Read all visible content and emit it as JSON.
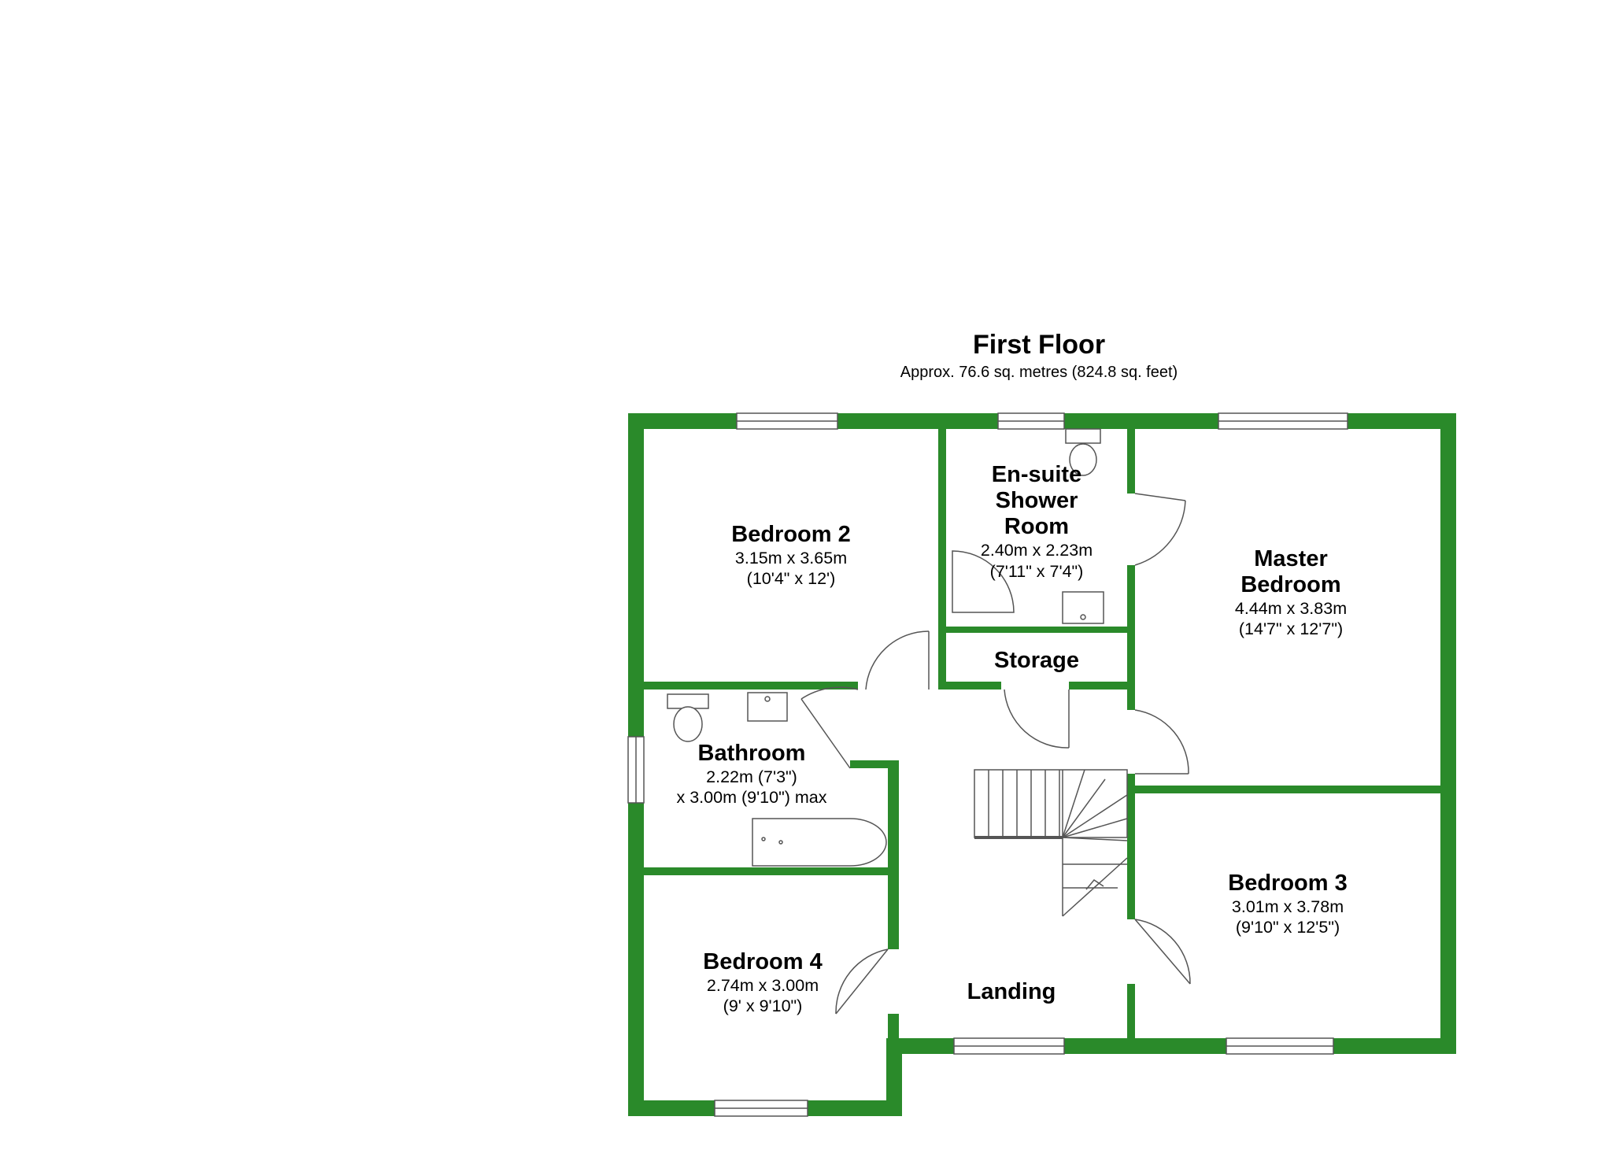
{
  "floor": {
    "title": "First Floor",
    "area": "Approx. 76.6 sq. metres (824.8 sq. feet)"
  },
  "colors": {
    "wall": "#2a8a2a",
    "fixture_stroke": "#555555",
    "background": "#ffffff"
  },
  "rooms": {
    "bedroom2": {
      "name": "Bedroom 2",
      "dim1": "3.15m x 3.65m",
      "dim2": "(10'4\" x 12')"
    },
    "ensuite": {
      "name1": "En-suite",
      "name2": "Shower",
      "name3": "Room",
      "dim1": "2.40m x 2.23m",
      "dim2": "(7'11\" x 7'4\")"
    },
    "master": {
      "name1": "Master",
      "name2": "Bedroom",
      "dim1": "4.44m x 3.83m",
      "dim2": "(14'7\" x 12'7\")"
    },
    "storage": {
      "name": "Storage"
    },
    "bathroom": {
      "name": "Bathroom",
      "dim1": "2.22m (7'3\")",
      "dim2": "x 3.00m (9'10\") max"
    },
    "bedroom3": {
      "name": "Bedroom 3",
      "dim1": "3.01m x 3.78m",
      "dim2": "(9'10\" x 12'5\")"
    },
    "bedroom4": {
      "name": "Bedroom 4",
      "dim1": "2.74m x 3.00m",
      "dim2": "(9' x 9'10\")"
    },
    "landing": {
      "name": "Landing"
    }
  }
}
